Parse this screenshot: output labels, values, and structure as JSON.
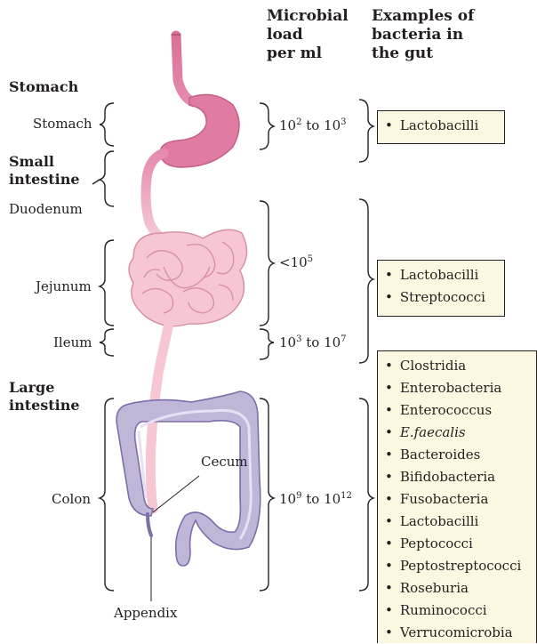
{
  "headers": {
    "microbial_load": [
      "Microbial",
      "load",
      "per ml"
    ],
    "examples": [
      "Examples of",
      "bacteria in",
      "the gut"
    ]
  },
  "sections": {
    "stomach": "Stomach",
    "small_intestine": [
      "Small",
      "intestine"
    ],
    "large_intestine": [
      "Large",
      "intestine"
    ]
  },
  "labels": {
    "stomach": "Stomach",
    "duodenum": "Duodenum",
    "jejunum": "Jejunum",
    "ileum": "Ileum",
    "colon": "Colon",
    "cecum": "Cecum",
    "appendix": "Appendix"
  },
  "loads": {
    "stomach": {
      "a": "10",
      "a_exp": "2",
      "mid": " to ",
      "b": "10",
      "b_exp": "3"
    },
    "jejunum": {
      "a": "<10",
      "a_exp": "5"
    },
    "ileum": {
      "a": "10",
      "a_exp": "3",
      "mid": " to ",
      "b": "10",
      "b_exp": "7"
    },
    "colon": {
      "a": "10",
      "a_exp": "9",
      "mid": " to ",
      "b": "10",
      "b_exp": "12"
    }
  },
  "boxes": {
    "stomach": [
      "Lactobacilli"
    ],
    "small_intestine": [
      "Lactobacilli",
      "Streptococci"
    ],
    "large_intestine": [
      "Clostridia",
      "Enterobacteria",
      "Enterococcus",
      "E.faecalis",
      "Bacteroides",
      "Bifidobacteria",
      "Fusobacteria",
      "Lactobacilli",
      "Peptococci",
      "Peptostreptococci",
      "Roseburia",
      "Ruminococci",
      "Verrucomicrobia"
    ]
  },
  "colors": {
    "stomach": "#e07ca3",
    "small_intestine": "#f6c6d2",
    "colon": "#c0b6d8",
    "colon_outline": "#7d6fa8",
    "box_fill": "#fbf7e0"
  }
}
